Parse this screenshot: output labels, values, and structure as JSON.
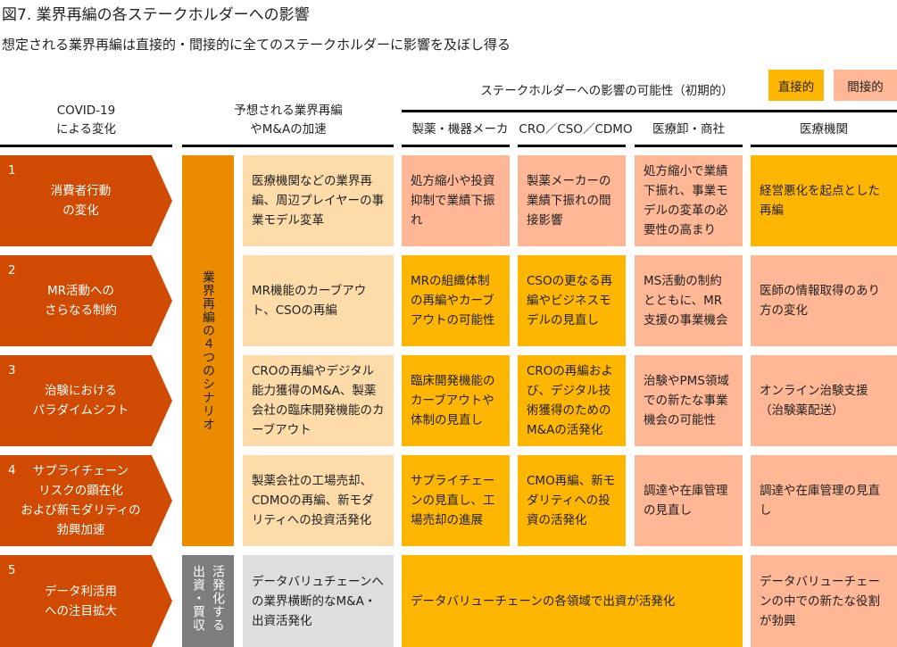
{
  "title": "図7. 業界再編の各ステークホルダーへの影響",
  "subtitle": "想定される業界再編は直接的・間接的に全てのステークホルダーに影響を及ぼし得る",
  "headers": {
    "covid": "COVID-19\nによる変化",
    "reorg": "予想される業界再編\nやM&Aの加速",
    "stakeholder": "ステークホルダーへの影響の可能性（初期的）",
    "pharma": "製薬・機器メーカ",
    "cro": "CRO／CSO／CDMO",
    "wholesale": "医療卸・商社",
    "medical": "医療機関"
  },
  "legend": {
    "direct": "直接的",
    "indirect": "間接的"
  },
  "colors": {
    "arrow": "#D04A02",
    "scenario": "#EB8C00",
    "direct": "#FFB600",
    "indirect": "#FFB795",
    "reorg": "#FEDCAA",
    "gray": "#7D7D7D",
    "lightgray": "#DEDEDE"
  },
  "scenario_label": "業界再編の４つのシナリオ",
  "investment_label": "活発化する出資・買収",
  "rows": [
    {
      "num": "1",
      "change": "消費者行動\nの変化",
      "reorg": "医療機関などの業界再編、周辺プレイヤーの事業モデル変革",
      "pharma": "処方縮小や投資抑制で業績下振れ",
      "cro": "製薬メーカーの業績下振れの間接影響",
      "wholesale": "処方縮小で業績下振れ、事業モデルの変革の必要性の高まり",
      "medical": "経営悪化を起点とした再編"
    },
    {
      "num": "2",
      "change": "MR活動への\nさらなる制約",
      "reorg": "MR機能のカーブアウト、CSOの再編",
      "pharma": "MRの組織体制の再編やカーブアウトの可能性",
      "cro": "CSOの更なる再編やビジネスモデルの見直し",
      "wholesale": "MS活動の制約とともに、MR支援の事業機会",
      "medical": "医師の情報取得のあり方の変化"
    },
    {
      "num": "3",
      "change": "治験における\nパラダイムシフト",
      "reorg": "CROの再編やデジタル能力獲得のM&A、製薬会社の臨床開発機能のカーブアウト",
      "pharma": "臨床開発機能のカーブアウトや体制の見直し",
      "cro": "CROの再編および、デジタル技術獲得のためのM&Aの活発化",
      "wholesale": "治験やPMS領域での新たな事業機会の可能性",
      "medical": "オンライン治験支援\n（治験薬配送）"
    },
    {
      "num": "4",
      "change": "サプライチェーン\nリスクの顕在化\nおよび新モダリティの\n勃興加速",
      "reorg": "製薬会社の工場売却、CDMOの再編、新モダリティへの投資活発化",
      "pharma": "サプライチェーンの見直し、工場売却の進展",
      "cro": "CMO再編、新モダリティへの投資の活発化",
      "wholesale": "調達や在庫管理の見直し",
      "medical": "調達や在庫管理の見直し"
    },
    {
      "num": "5",
      "change": "データ利活用\nへの注目拡大",
      "reorg": "データバリュチェーンへの業界横断的なM&A・出資活発化",
      "merged": "データバリューチェーンの各領域で出資が活発化",
      "medical": "データバリューチェーンの中での新たな役割が勃興"
    }
  ]
}
